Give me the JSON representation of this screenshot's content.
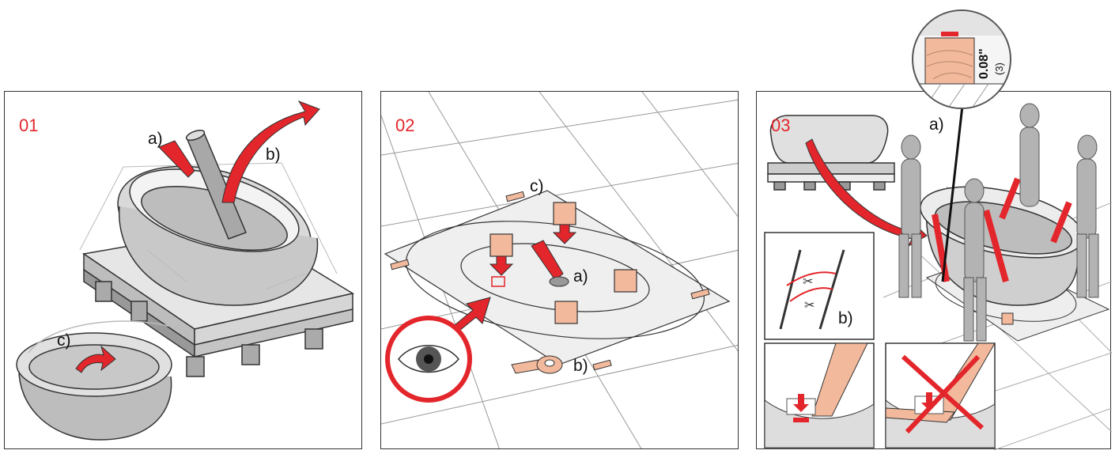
{
  "panels": [
    {
      "step": "01",
      "labels": {
        "a": "a)",
        "b": "b)",
        "c": "c)"
      }
    },
    {
      "step": "02",
      "labels": {
        "a": "a)",
        "b": "b)",
        "c": "c)"
      }
    },
    {
      "step": "03",
      "labels": {
        "a": "a)",
        "b": "b)"
      }
    }
  ],
  "detail": {
    "dimension": "0.08\"",
    "metric": "(3)"
  },
  "colors": {
    "accent": "#e3262b",
    "wood": "#f2b99c",
    "tub": "#cfcfcf",
    "line": "#333333"
  }
}
